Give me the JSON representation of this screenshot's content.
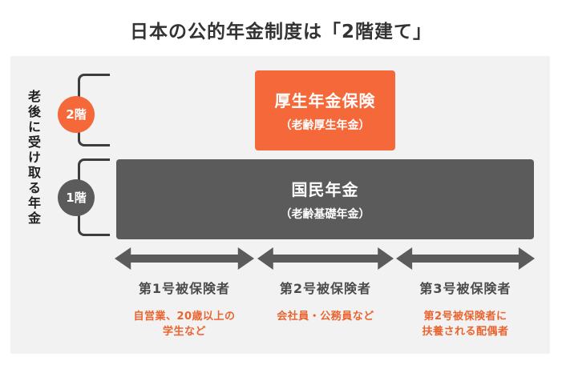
{
  "title": "日本の公的年金制度は「2階建て」",
  "diagram": {
    "side_label": "老後に受け取る年金",
    "tiers": [
      {
        "badge": "2階",
        "name": "厚生年金保険",
        "subtitle": "（老齢厚生年金）"
      },
      {
        "badge": "1階",
        "name": "国民年金",
        "subtitle": "（老齢基礎年金）"
      }
    ],
    "categories": [
      {
        "label": "第1号被保険者",
        "description": "自営業、20歳以上の\n学生など"
      },
      {
        "label": "第2号被保険者",
        "description": "会社員・公務員など"
      },
      {
        "label": "第3号被保険者",
        "description": "第2号被保険者に\n扶養される配偶者"
      }
    ]
  },
  "colors": {
    "accent_orange": "#f4683a",
    "dark_gray": "#5b5b5b",
    "panel_background": "#f3f2f2",
    "title_text": "#333333",
    "bracket_line": "#3d3d3d",
    "description_orange": "#ea6430"
  }
}
